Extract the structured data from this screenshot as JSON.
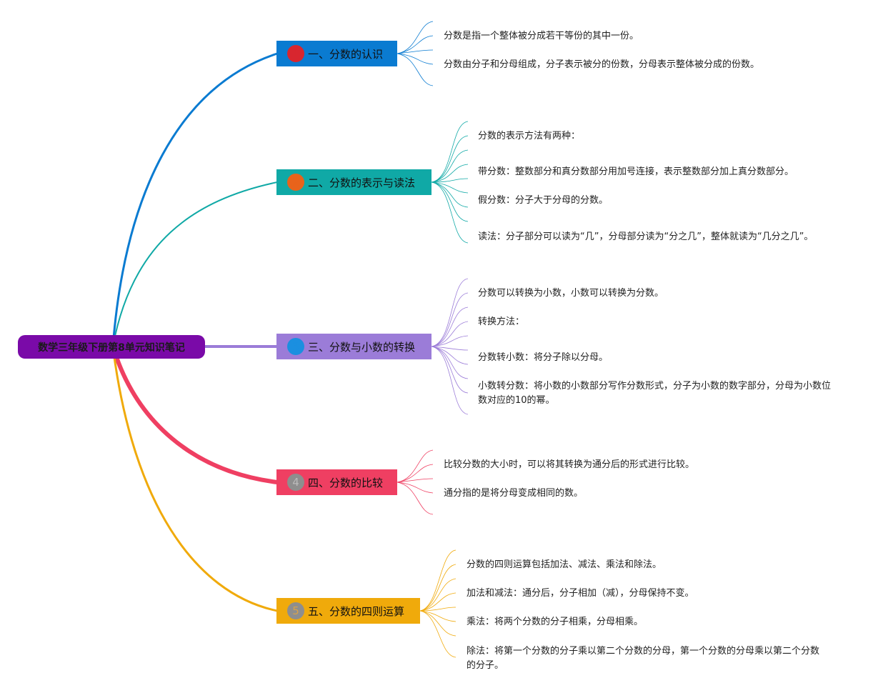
{
  "root": {
    "title": "数学三年级下册第8单元知识笔记",
    "color": "#7a0aa8"
  },
  "branches": [
    {
      "number": "1",
      "label": "一、分数的认识",
      "color": "#0a7bd1",
      "badge_color": "#d8262f",
      "badge_text_color": "#d8262f",
      "leaves": [
        "分数是指一个整体被分成若干等份的其中一份。",
        "分数由分子和分母组成，分子表示被分的份数，分母表示整体被分成的份数。"
      ]
    },
    {
      "number": "2",
      "label": "二、分数的表示与读法",
      "color": "#10a9a6",
      "badge_color": "#e8631b",
      "badge_text_color": "#e8631b",
      "leaves": [
        "分数的表示方法有两种：",
        "带分数：整数部分和真分数部分用加号连接，表示整数部分加上真分数部分。",
        "假分数：分子大于分母的分数。",
        "读法：分子部分可以读为“几”，分母部分读为“分之几”，整体就读为“几分之几”。"
      ]
    },
    {
      "number": "3",
      "label": "三、分数与小数的转换",
      "color": "#9b7cd8",
      "badge_color": "#1b8fe0",
      "badge_text_color": "#1b8fe0",
      "leaves": [
        "分数可以转换为小数，小数可以转换为分数。",
        "转换方法：",
        "分数转小数：将分子除以分母。",
        "小数转分数：将小数的小数部分写作分数形式，分子为小数的数字部分，分母为小数位数对应的10的幂。"
      ]
    },
    {
      "number": "4",
      "label": "四、分数的比较",
      "color": "#ef3f62",
      "badge_color": "#8e8e8e",
      "badge_text_color": "#bbbbbb",
      "leaves": [
        "比较分数的大小时，可以将其转换为通分后的形式进行比较。",
        "通分指的是将分母变成相同的数。"
      ]
    },
    {
      "number": "5",
      "label": "五、分数的四则运算",
      "color": "#f0aa0b",
      "badge_color": "#8e8e8e",
      "badge_text_color": "#d9a24a",
      "leaves": [
        "分数的四则运算包括加法、减法、乘法和除法。",
        "加法和减法：通分后，分子相加（减），分母保持不变。",
        "乘法：将两个分数的分子相乘，分母相乘。",
        "除法：将第一个分数的分子乘以第二个分数的分母，第一个分数的分母乘以第二个分数的分子。"
      ]
    }
  ]
}
